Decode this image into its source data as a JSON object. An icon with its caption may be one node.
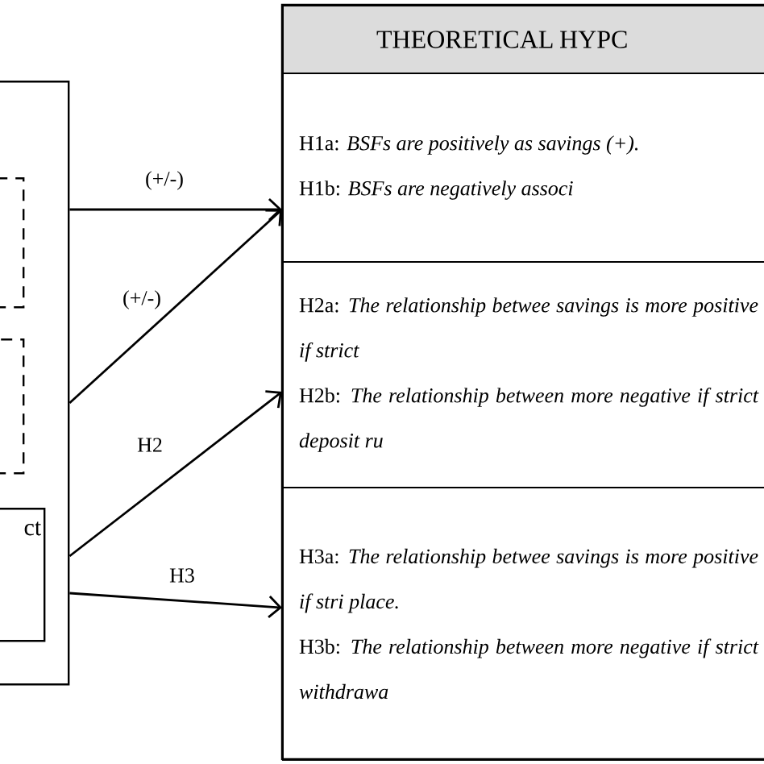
{
  "diagram": {
    "nodes": [
      {
        "text": [],
        "shape": "box"
      },
      {
        "text": [],
        "shape": "box",
        "in": 0
      },
      {
        "text": [],
        "shape": "box",
        "in": 0
      },
      {
        "text": [
          "ct"
        ],
        "in": 0
      },
      {
        "text": [
          "THEORETICAL HYPC"
        ]
      },
      {
        "text": [
          "H1a: *BSFs are positively as savings (+).*",
          "H1b: *BSFs are negatively associ*"
        ]
      },
      {
        "text": [
          "H2a: *The relationship betwee savings is more positive if strict*",
          "H2b: *The relationship between more negative if strict deposit ru*"
        ]
      },
      {
        "text": [
          "H3a: *The relationship betwee savings is more positive if stri place.*",
          "H3b: *The relationship between more negative if strict withdrawa*"
        ]
      }
    ],
    "edges": [
      {
        "from": 0,
        "to": 5,
        "arrow": "to",
        "label": "(+/-)"
      },
      {
        "from": 0,
        "to": 5,
        "arrow": "to",
        "label": "(+/-)"
      },
      {
        "from": 0,
        "to": 6,
        "arrow": "to",
        "label": "H2"
      },
      {
        "from": 0,
        "to": 7,
        "arrow": "to",
        "label": "H3"
      }
    ]
  }
}
